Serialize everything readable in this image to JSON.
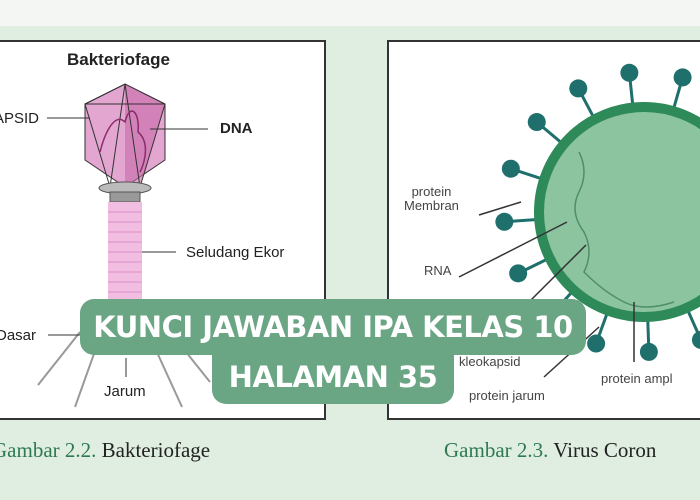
{
  "figure_left": {
    "title": "Bakteriofage",
    "labels": {
      "capsid": "APSID",
      "dna": "DNA",
      "sheath": "Seludang Ekor",
      "base": "Dasar",
      "pins": "Jarum"
    },
    "caption_num": "Gambar 2.2.",
    "caption_text": " Bakteriofage"
  },
  "figure_right": {
    "labels": {
      "membrane": "protein\nMembran",
      "rna": "RNA",
      "nucleocapsid": "kleokapsid",
      "spike": "protein jarum",
      "envelope": "protein ampl"
    },
    "caption_num": "Gambar 2.3.",
    "caption_text": " Virus Coron"
  },
  "banner": {
    "line1": "KUNCI JAWABAN IPA KELAS 10",
    "line2": "HALAMAN 35"
  },
  "colors": {
    "background": "#dfeee0",
    "banner": "#6aa584",
    "virus": "#1f6f6c",
    "virus_body": "#8cc4a0",
    "phage": "#d88cc0"
  }
}
